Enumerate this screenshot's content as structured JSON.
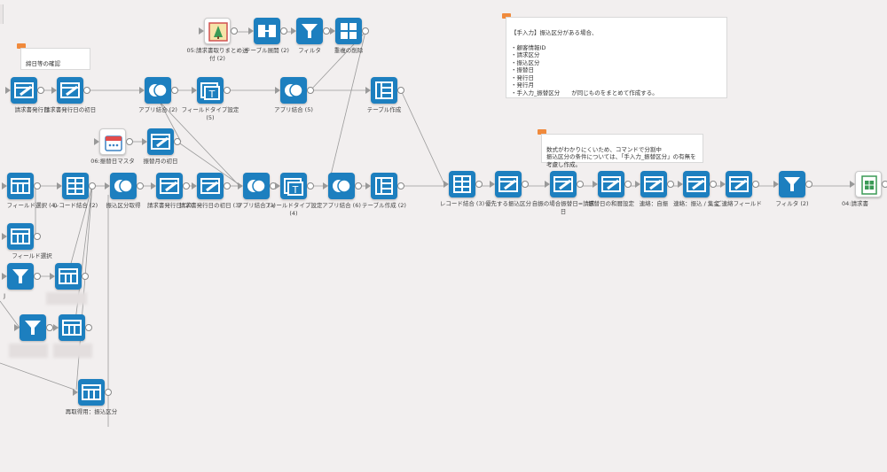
{
  "notes": [
    {
      "id": "note-closing-date",
      "text": "締日等の確認"
    },
    {
      "id": "note-manual-input",
      "text": "【手入力】振込区分がある場合、\n\n・顧客情報ID\n・請求区分\n・振込区分\n・振替日\n・発行日\n・発行月\n・手入力_振替区分　　が同じものをまとめて作成する。"
    },
    {
      "id": "note-complex-formula",
      "text": "数式がわかりにくいため、コマンドで分割中\n振込区分の条件については、「手入力_振替区分」の有無を\n考慮し作成。"
    }
  ],
  "nodes": [
    {
      "name": "node-image-summary",
      "icon": "stamp-icon",
      "label": "05:請求書取りまとめ送付 (2)"
    },
    {
      "name": "node-table-expand-2",
      "icon": "table-expand-icon",
      "label": "テーブル展開 (2)"
    },
    {
      "name": "node-filter",
      "icon": "filter-icon",
      "label": "フィルタ"
    },
    {
      "name": "node-remove-duplicates",
      "icon": "dedupe-icon",
      "label": "重複の削除"
    },
    {
      "name": "node-invoice-issue-date",
      "icon": "edit-table-icon",
      "label": "請求書発行日"
    },
    {
      "name": "node-invoice-issue-date-first",
      "icon": "edit-table-icon",
      "label": "請求書発行日の初日"
    },
    {
      "name": "node-app-join-2",
      "icon": "join-icon",
      "label": "アプリ結合 (2)"
    },
    {
      "name": "node-field-type-5",
      "icon": "field-type-icon",
      "label": "フィールドタイプ設定 (5)"
    },
    {
      "name": "node-app-join-5",
      "icon": "join-icon",
      "label": "アプリ結合 (5)"
    },
    {
      "name": "node-table-create",
      "icon": "table-create-icon",
      "label": "テーブル作成"
    },
    {
      "name": "node-transfer-day-master",
      "icon": "calendar-icon",
      "label": "06:振替日マスタ"
    },
    {
      "name": "node-transfer-month-first",
      "icon": "edit-table-icon",
      "label": "振替月の初日"
    },
    {
      "name": "node-field-select-4",
      "icon": "field-select-icon",
      "label": "フィールド選択 (4)"
    },
    {
      "name": "node-record-join-2",
      "icon": "record-join-icon",
      "label": "レコード結合 (2)"
    },
    {
      "name": "node-transfer-type-get",
      "icon": "join-icon",
      "label": "振込区分取得"
    },
    {
      "name": "node-invoice-issue-date-2",
      "icon": "edit-table-icon",
      "label": "請求書発行日 (2)"
    },
    {
      "name": "node-invoice-issue-date-first-3",
      "icon": "edit-table-icon",
      "label": "請求書発行日の初日 (3)"
    },
    {
      "name": "node-app-join-3",
      "icon": "join-icon",
      "label": "アプリ結合 (3)"
    },
    {
      "name": "node-field-type-4",
      "icon": "field-type-icon",
      "label": "フィールドタイプ設定 (4)"
    },
    {
      "name": "node-app-join-6",
      "icon": "join-icon",
      "label": "アプリ結合 (6)"
    },
    {
      "name": "node-table-create-2",
      "icon": "table-create-icon",
      "label": "テーブル作成 (2)"
    },
    {
      "name": "node-record-join-3",
      "icon": "record-join-icon",
      "label": "レコード結合 (3)"
    },
    {
      "name": "node-priority-transfer",
      "icon": "edit-table-icon",
      "label": "優先する振込区分"
    },
    {
      "name": "node-auto-debit-date",
      "icon": "edit-table-icon",
      "label": "自振の場合振替日=請求日"
    },
    {
      "name": "node-transfer-date-final",
      "icon": "edit-table-icon",
      "label": "振替日の和暦設定"
    },
    {
      "name": "node-contact-auto",
      "icon": "edit-table-icon",
      "label": "連絡：自振"
    },
    {
      "name": "node-contact-transfer",
      "icon": "edit-table-icon",
      "label": "連絡：振込 / 集金"
    },
    {
      "name": "node-contact-field",
      "icon": "edit-table-icon",
      "label": "ご連絡フィールド"
    },
    {
      "name": "node-filter-2",
      "icon": "filter-icon",
      "label": "フィルタ (2)"
    },
    {
      "name": "node-invoice-output",
      "icon": "sheet-icon",
      "label": "04:請求書"
    },
    {
      "name": "node-field-select-5",
      "icon": "field-select-icon",
      "label": "フィールド選択"
    },
    {
      "name": "node-filter-left-1",
      "icon": "filter-icon",
      "label": ""
    },
    {
      "name": "node-table-left-1",
      "icon": "field-select-icon",
      "label": ""
    },
    {
      "name": "node-filter-left-2",
      "icon": "filter-icon",
      "label": ""
    },
    {
      "name": "node-table-left-2",
      "icon": "field-select-icon",
      "label": ""
    },
    {
      "name": "node-reacquire-transfer",
      "icon": "field-select-icon",
      "label": "再取得用：振込区分"
    }
  ],
  "edges_partial_left_label": "J"
}
